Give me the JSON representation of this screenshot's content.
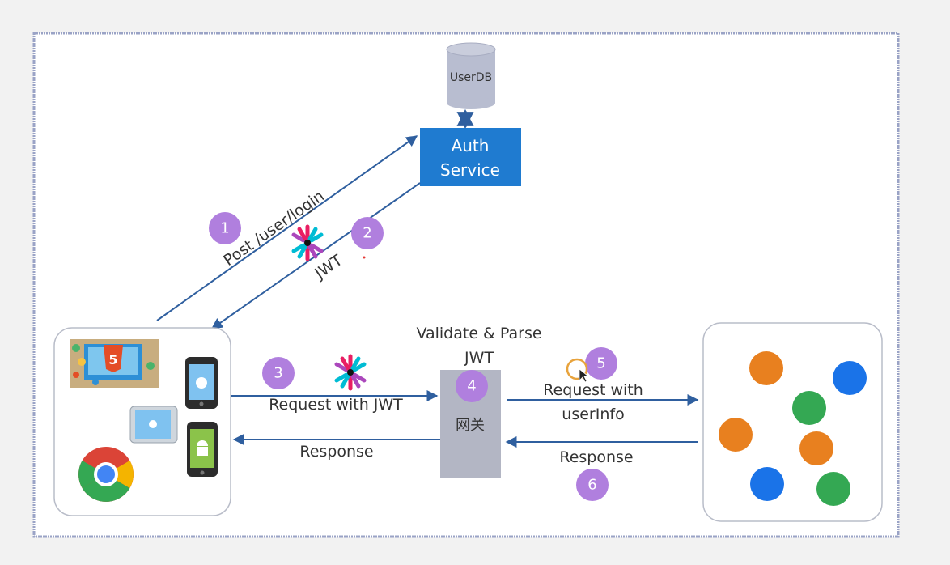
{
  "colors": {
    "frame": "#9aa3c6",
    "arrow": "#2f5f9f",
    "badge": "#b07fde",
    "auth_box": "#1f7bd0",
    "db": "#b8bdd0",
    "gateway": "#b3b6c4",
    "jwt_star": [
      "#e91e63",
      "#00bcd4",
      "#ab47bc",
      "#00bcd4",
      "#e91e63",
      "#ab47bc"
    ],
    "service_dots": [
      "#e8801f",
      "#1a73e8",
      "#34a853"
    ]
  },
  "nodes": {
    "userdb": {
      "label": "UserDB"
    },
    "auth_service": {
      "line1": "Auth",
      "line2": "Service"
    },
    "gateway": {
      "label": "网关"
    },
    "gateway_title": {
      "line1": "Validate & Parse",
      "line2": "JWT"
    }
  },
  "flows": {
    "login": {
      "label": "Post /user/login",
      "step": "1"
    },
    "token": {
      "label": "JWT",
      "step": "2"
    },
    "request": {
      "label": "Request with JWT",
      "step": "3"
    },
    "validate": {
      "step": "4"
    },
    "forward": {
      "line1": "Request with",
      "line2": "userInfo",
      "step": "5"
    },
    "response_right": {
      "label": "Response",
      "step": "6"
    },
    "response_left": {
      "label": "Response"
    }
  },
  "clients": {
    "icons": [
      "html5-icon",
      "iphone-icon",
      "ipad-icon",
      "android-phone-icon",
      "chrome-icon"
    ],
    "html5_label": "5"
  },
  "services": {
    "dot_colors": [
      "orange",
      "blue",
      "green",
      "orange",
      "orange",
      "blue",
      "green"
    ]
  }
}
